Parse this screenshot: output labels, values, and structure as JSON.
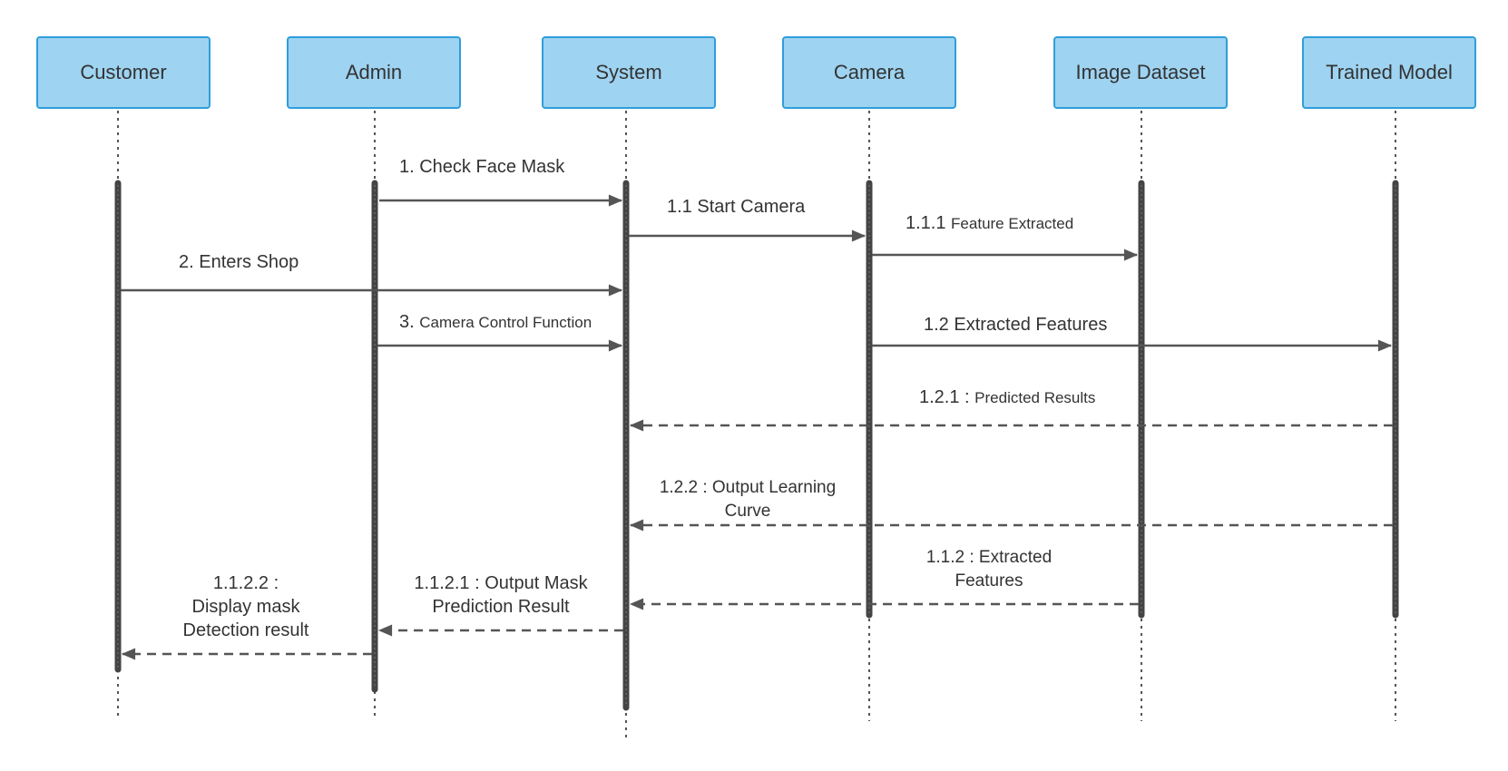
{
  "lifelines": [
    {
      "id": "customer",
      "label": "Customer"
    },
    {
      "id": "admin",
      "label": "Admin"
    },
    {
      "id": "system",
      "label": "System"
    },
    {
      "id": "camera",
      "label": "Camera"
    },
    {
      "id": "image_dataset",
      "label": "Image Dataset"
    },
    {
      "id": "trained_model",
      "label": "Trained Model"
    }
  ],
  "messages": {
    "m1": {
      "label": "1. Check Face Mask",
      "from": "Admin",
      "to": "System",
      "style": "solid"
    },
    "m11": {
      "label": "1.1 Start Camera",
      "from": "System",
      "to": "Camera",
      "style": "solid"
    },
    "m111": {
      "prefix": "1.1.1 ",
      "label": "Feature Extracted",
      "from": "Camera",
      "to": "Image Dataset",
      "style": "solid"
    },
    "m2": {
      "label": "2. Enters Shop",
      "from": "Customer",
      "to": "System",
      "style": "solid"
    },
    "m3": {
      "prefix": "3. ",
      "label": "Camera Control Function",
      "from": "Admin",
      "to": "System",
      "style": "solid"
    },
    "m12": {
      "label": "1.2 Extracted Features",
      "from": "Camera",
      "to": "Trained Model",
      "style": "solid"
    },
    "m121": {
      "prefix": "1.2.1 : ",
      "label": "Predicted Results",
      "from": "Trained Model",
      "to": "System",
      "style": "dashed"
    },
    "m122": {
      "line1": "1.2.2 : Output Learning",
      "line2": "Curve",
      "from": "Trained Model",
      "to": "System",
      "style": "dashed"
    },
    "m112": {
      "line1": "1.1.2 : Extracted",
      "line2": "Features",
      "from": "Image Dataset",
      "to": "System",
      "style": "dashed"
    },
    "m1121": {
      "line1": "1.1.2.1 : Output Mask",
      "line2": "Prediction Result",
      "from": "System",
      "to": "Admin",
      "style": "dashed"
    },
    "m1122": {
      "line1": "1.1.2.2 :",
      "line2": "Display mask",
      "line3": "Detection result",
      "from": "Admin",
      "to": "Customer",
      "style": "dashed"
    }
  },
  "colors": {
    "box_fill": "#9ed3f1",
    "box_border": "#2f9edb",
    "line": "#555555",
    "activation": "#444444"
  }
}
